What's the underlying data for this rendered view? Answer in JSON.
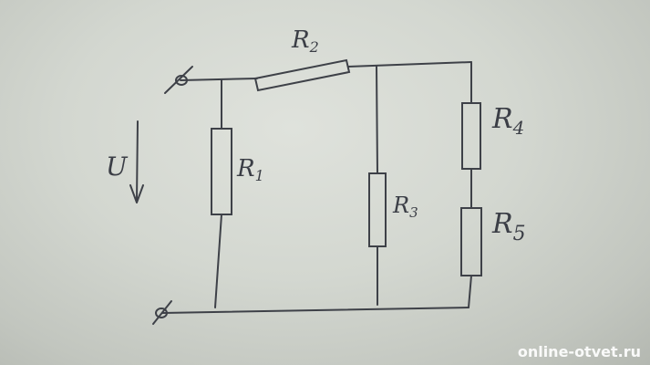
{
  "diagram": {
    "labels": {
      "r2": {
        "main": "R",
        "sub": "2"
      },
      "r1": {
        "main": "R",
        "sub": "1"
      },
      "r3": {
        "main": "R",
        "sub": "3"
      },
      "r4": {
        "main": "R",
        "sub": "4"
      },
      "r5": {
        "main": "R",
        "sub": "5"
      },
      "voltage": "U"
    },
    "ink_color": "#3e4148"
  },
  "watermark": "online-otvet.ru"
}
